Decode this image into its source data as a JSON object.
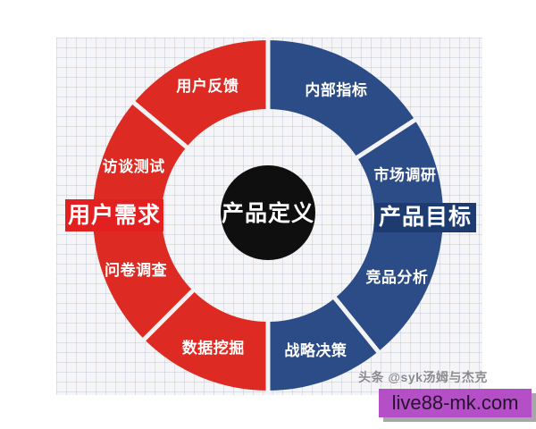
{
  "diagram": {
    "center": {
      "label": "产品定义",
      "bg": "#0f0f0f",
      "text_color": "#ffffff"
    },
    "halves": [
      {
        "name": "user-needs",
        "label": "用户需求",
        "ring_color": "#dd2a22",
        "label_bg": "#e2201f",
        "segments": [
          {
            "label": "数据挖掘",
            "start": 180,
            "end": 225
          },
          {
            "label": "问卷调查",
            "start": 225,
            "end": 270
          },
          {
            "label": "访谈测试",
            "start": 270,
            "end": 310
          },
          {
            "label": "用户反馈",
            "start": 310,
            "end": 360
          }
        ]
      },
      {
        "name": "product-goals",
        "label": "产品目标",
        "ring_color": "#2b4c86",
        "label_bg": "#1e3b70",
        "segments": [
          {
            "label": "内部指标",
            "start": 0,
            "end": 57
          },
          {
            "label": "市场调研",
            "start": 57,
            "end": 90
          },
          {
            "label": "竞品分析",
            "start": 90,
            "end": 141
          },
          {
            "label": "战略决策",
            "start": 141,
            "end": 180
          }
        ]
      }
    ]
  },
  "watermark": {
    "text": "头条 @syk汤姆与杰克"
  },
  "footer_badge": {
    "text": "live88-mk.com",
    "bg": "#b44fc8",
    "text_color": "#26102b",
    "shadow": "#a8a8a8"
  }
}
